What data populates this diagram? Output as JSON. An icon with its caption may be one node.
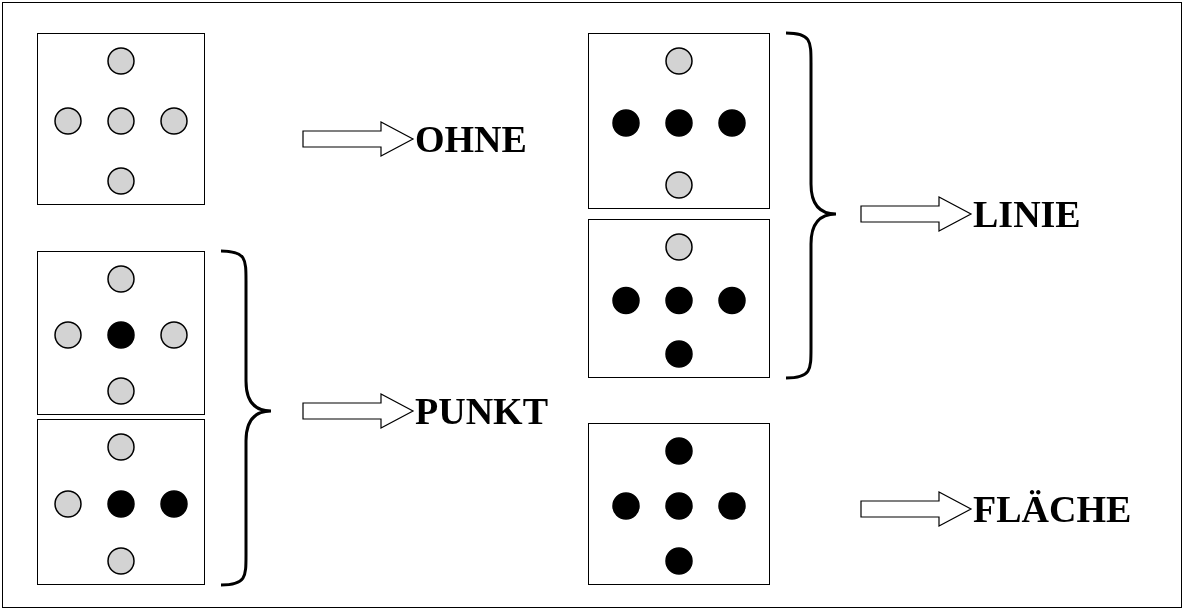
{
  "diagram": {
    "nodes": [
      {
        "text": [],
        "shape": "box"
      },
      {
        "text": [
          "OHNE"
        ]
      },
      {
        "text": [],
        "shape": "box"
      },
      {
        "text": [],
        "shape": "box"
      },
      {
        "text": [
          "LINIE"
        ]
      },
      {
        "text": [],
        "shape": "box"
      },
      {
        "text": [],
        "shape": "box"
      },
      {
        "text": [
          "PUNKT"
        ]
      },
      {
        "text": [],
        "shape": "box"
      },
      {
        "text": [
          "FLÄCHE"
        ]
      }
    ],
    "edges": [
      {
        "from": null,
        "to": 1,
        "arrow": "to"
      },
      {
        "from": null,
        "to": 4,
        "arrow": "to"
      },
      {
        "from": null,
        "to": 7,
        "arrow": "to"
      },
      {
        "from": null,
        "to": 9,
        "arrow": "to"
      }
    ]
  }
}
